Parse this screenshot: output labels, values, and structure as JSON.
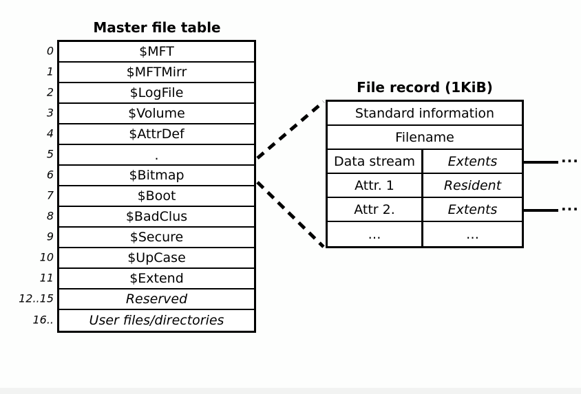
{
  "mft": {
    "title": "Master file table",
    "rows": [
      {
        "index": "0",
        "label": "$MFT",
        "italic": false
      },
      {
        "index": "1",
        "label": "$MFTMirr",
        "italic": false
      },
      {
        "index": "2",
        "label": "$LogFile",
        "italic": false
      },
      {
        "index": "3",
        "label": "$Volume",
        "italic": false
      },
      {
        "index": "4",
        "label": "$AttrDef",
        "italic": false
      },
      {
        "index": "5",
        "label": ".",
        "italic": false
      },
      {
        "index": "6",
        "label": "$Bitmap",
        "italic": false
      },
      {
        "index": "7",
        "label": "$Boot",
        "italic": false
      },
      {
        "index": "8",
        "label": "$BadClus",
        "italic": false
      },
      {
        "index": "9",
        "label": "$Secure",
        "italic": false
      },
      {
        "index": "10",
        "label": "$UpCase",
        "italic": false
      },
      {
        "index": "11",
        "label": "$Extend",
        "italic": false
      },
      {
        "index": "12..15",
        "label": "Reserved",
        "italic": true
      },
      {
        "index": "16..",
        "label": "User files/directories",
        "italic": true
      }
    ]
  },
  "file_record": {
    "title": "File record (1KiB)",
    "rows": [
      {
        "kind": "full",
        "name": "Standard information"
      },
      {
        "kind": "full",
        "name": "Filename"
      },
      {
        "kind": "split",
        "name": "Data stream",
        "value": "Extents",
        "value_italic": true,
        "leader": true
      },
      {
        "kind": "split",
        "name": "Attr. 1",
        "value": "Resident",
        "value_italic": true,
        "leader": false
      },
      {
        "kind": "split",
        "name": "Attr 2.",
        "value": "Extents",
        "value_italic": true,
        "leader": true
      },
      {
        "kind": "split",
        "name": "…",
        "value": "…",
        "value_italic": false,
        "leader": false
      }
    ],
    "leader_dots": "···"
  },
  "colors": {
    "background": "#fdfefd",
    "stroke": "#000000",
    "cell_fill": "#ffffff"
  }
}
